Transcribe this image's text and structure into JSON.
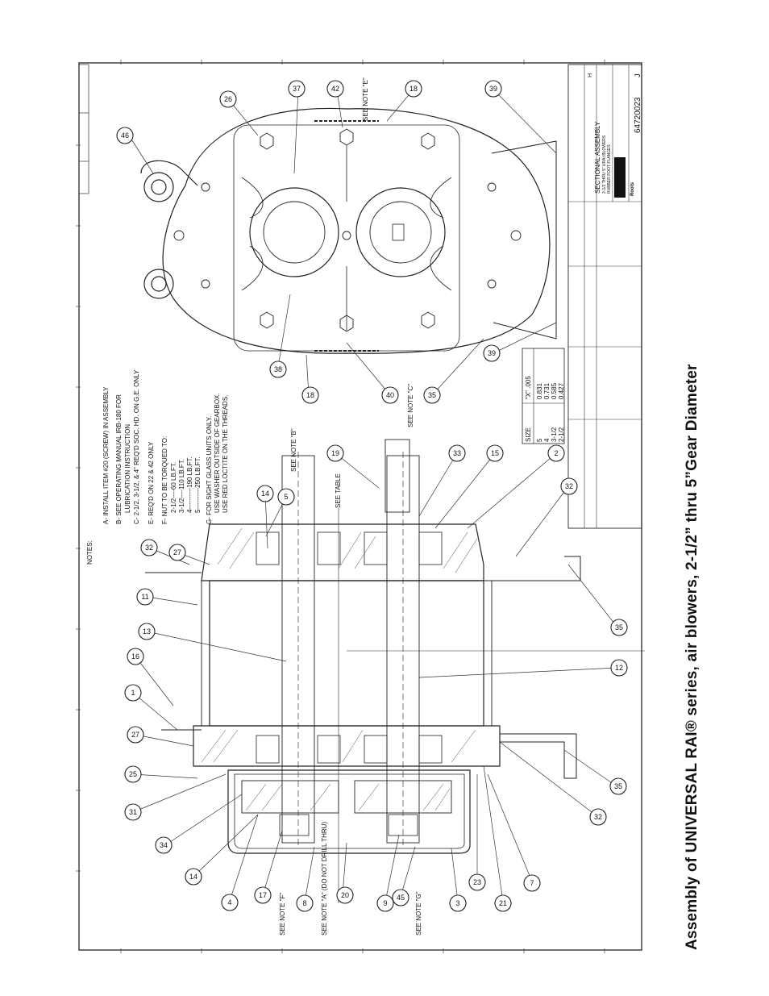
{
  "title": {
    "caption": "Assembly of UNIVERSAL RAI® series, air blowers, 2-1/2” thru 5”Gear Diameter"
  },
  "notes": {
    "heading": "NOTES:",
    "items": [
      "A- INSTALL ITEM #20 (SCREW) IN ASSEMBLY",
      "B- SEE OPERATING MANUAL IRB-180 FOR",
      "LUBRICATION INSTRUCTION",
      "C- 2-1/2, 3-1/2, & 4\" REQ'D SOC. HD. ON G.E. ONLY",
      "E- REQ'D ON 22 & 42 ONLY",
      "F- NUT TO BE TORQUED TO:",
      "2-1/2----60 LB.FT.",
      "3-1/2----110 LB.FT.",
      "4----------190 LB.FT.",
      "5----------250 LB.FT.",
      "G- FOR SIGHT GLASS UNITS ONLY.",
      "USE WASHER OUTSIDE OF GEARBOX.",
      "USE RED LOCTITE ON THE THREADS."
    ]
  },
  "callouts": {
    "see_note_e": "SEE NOTE \"E\"",
    "see_note_c": "SEE NOTE \"C\"",
    "see_note_b": "SEE NOTE \"B\"",
    "see_table": "SEE TABLE",
    "see_note_f": "SEE NOTE \"F\"",
    "see_note_a": "SEE NOTE \"A\" (DO NOT DRILL THRU)",
    "see_note_g": "SEE NOTE \"G\""
  },
  "size_table": {
    "headers": [
      "SIZE",
      "\"X\" .005"
    ],
    "rows": [
      [
        "5",
        "0.831"
      ],
      [
        "4",
        "0.731"
      ],
      [
        "3-1/2",
        "0.585"
      ],
      [
        "2-1/2",
        "0.427"
      ]
    ]
  },
  "title_block": {
    "drawing_title": "SECTIONAL ASSEMBLY",
    "drawing_subtitle": "2-1/2 THRU 5\" URAI BLOWERS",
    "drawing_detail": "RUBBER FOOT FLANGES",
    "brand": "DRESSER",
    "division": "Roots",
    "drawing_number": "64720023",
    "revision": "J",
    "rev_letter": "H"
  },
  "parts": {
    "end_view": [
      "46",
      "26",
      "37",
      "42",
      "18",
      "39",
      "38",
      "18",
      "40",
      "35",
      "39"
    ],
    "section_view": [
      "32",
      "27",
      "11",
      "13",
      "16",
      "1",
      "27",
      "25",
      "31",
      "34",
      "14",
      "4",
      "17",
      "8",
      "20",
      "9",
      "45",
      "3",
      "23",
      "21",
      "7",
      "32",
      "35",
      "12",
      "35",
      "32",
      "2",
      "15",
      "33",
      "19",
      "5",
      "14"
    ]
  }
}
